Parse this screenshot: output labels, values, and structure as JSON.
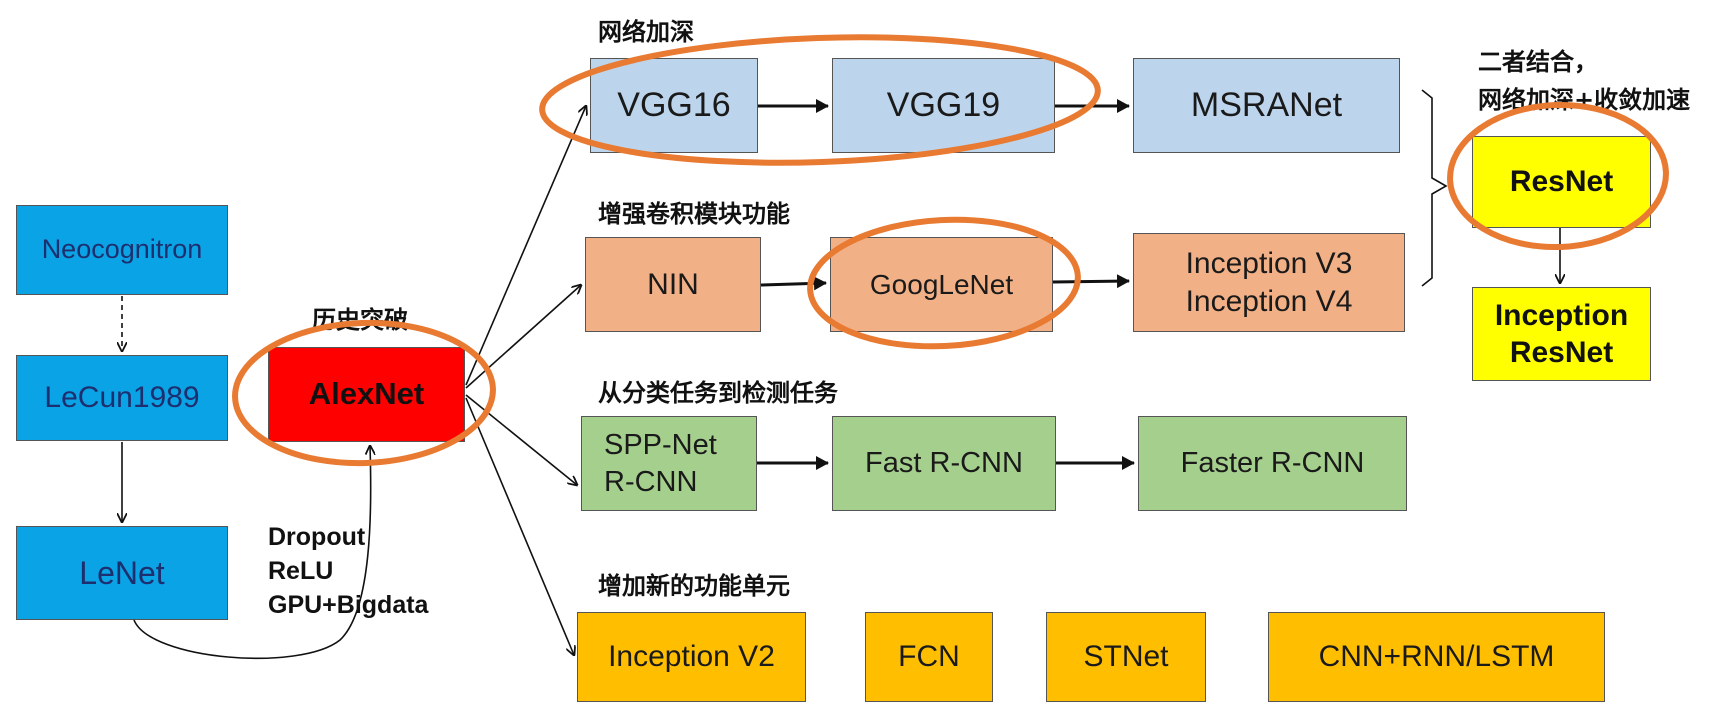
{
  "labels": {
    "deepen": "网络加深",
    "enhance": "增强卷积模块功能",
    "combine1": "二者结合，",
    "combine2": "网络加深+收敛加速",
    "breakthrough": "历史突破",
    "detection": "从分类任务到检测任务",
    "newunit": "增加新的功能单元"
  },
  "early": {
    "neocognitron": "Neocognitron",
    "lecun1989": "LeCun1989",
    "lenet": "LeNet"
  },
  "alexnet": "AlexNet",
  "alexnet_factors": [
    "Dropout",
    "ReLU",
    "GPU+Bigdata"
  ],
  "deepen_row": [
    "VGG16",
    "VGG19",
    "MSRANet"
  ],
  "enhance_row": [
    "NIN",
    "GoogLeNet",
    [
      "Inception V3",
      "Inception V4"
    ]
  ],
  "detection_row": [
    [
      "SPP-Net",
      "R-CNN"
    ],
    "Fast R-CNN",
    "Faster R-CNN"
  ],
  "newunit_row": [
    "Inception V2",
    "FCN",
    "STNet",
    "CNN+RNN/LSTM"
  ],
  "resnet": "ResNet",
  "inception_resnet": [
    "Inception",
    "ResNet"
  ],
  "colors": {
    "highlight": "#e87a32",
    "early": "#0aa3e6",
    "deepen": "#bcd5ec",
    "enhance": "#f2b087",
    "detection": "#a5cf8d",
    "newunit": "#ffbf00",
    "alexnet": "#ff0000",
    "resnet": "#ffff00"
  }
}
